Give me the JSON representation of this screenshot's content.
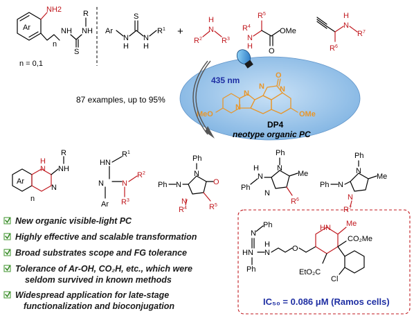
{
  "top": {
    "reagent1": {
      "ring": "Ar",
      "amine": "NH2",
      "n_label": "n",
      "r_label": "R",
      "thio_s": "S",
      "nh1": "NH",
      "nh2": "NH",
      "n_range": "n = 0,1"
    },
    "reagent2": {
      "ar": "Ar",
      "s": "S",
      "n1": "N",
      "n2": "N",
      "h1": "H",
      "h2": "H",
      "r1": "R",
      "r1_sup": "1"
    },
    "plus": "+",
    "amine1": {
      "n": "N",
      "h": "H",
      "r2": "R",
      "r2_sup": "2",
      "r3": "R",
      "r3_sup": "3"
    },
    "amine2": {
      "r4": "R",
      "r4_sup": "4",
      "n": "N",
      "h": "H",
      "r5": "R",
      "r5_sup": "5",
      "ome": "OMe",
      "o": "O"
    },
    "amine3": {
      "n": "N",
      "h": "H",
      "r6": "R",
      "r6_sup": "6",
      "r7": "R",
      "r7_sup": "7"
    }
  },
  "catalyst": {
    "wavelength": "435 nm",
    "name": "DP4",
    "subtitle": "neotype organic PC",
    "o": "O",
    "n_atoms": [
      "N",
      "N",
      "N",
      "N"
    ],
    "meo_left": "MeO",
    "ome_right": "OMe"
  },
  "arrow_label": "87 examples, up to 95%",
  "products": {
    "p1": {
      "ar": "Ar",
      "nh": "N",
      "h": "H",
      "n2": "N",
      "nh2": "NH",
      "r": "R",
      "n_label": "n"
    },
    "p2": {
      "hn": "HN",
      "r1": "R",
      "r1_sup": "1",
      "n1": "N",
      "n2": "N",
      "r2": "R",
      "r2_sup": "2",
      "r3": "R",
      "r3_sup": "3",
      "ar": "Ar"
    },
    "p3": {
      "ph_n": "Ph",
      "n1": "N",
      "n2": "N",
      "ph_top": "Ph",
      "o": "O",
      "n3": "N",
      "r4": "R",
      "r4_sup": "4",
      "r5": "R",
      "r5_sup": "5"
    },
    "p4": {
      "ph_top": "Ph",
      "n1": "N",
      "hn": "N",
      "h": "H",
      "ph_left": "Ph",
      "n2": "N",
      "me": "Me",
      "r6": "R",
      "r6_sup": "6"
    },
    "p5": {
      "ph_top": "Ph",
      "n1": "N",
      "ph_left": "Ph",
      "n2": "N",
      "n3": "N",
      "me": "Me",
      "r7": "R",
      "r7_sup": "7"
    }
  },
  "bullets": [
    "New organic visible-light PC",
    "Highly effective and scalable transformation",
    "Broad substrates scope and FG tolerance",
    "Tolerance of  Ar-OH, CO₂H, etc., which were",
    "seldom survived in known methods",
    "Widespread application for late-stage",
    "functionalization and bioconjugation"
  ],
  "drug": {
    "n_ph": "N",
    "ph_top": "Ph",
    "hn": "HN",
    "nh": "N",
    "h": "H",
    "ph_bottom": "Ph",
    "o": "O",
    "nh_ring": "HN",
    "me": "Me",
    "co2me": "CO₂Me",
    "eto2c": "EtO₂C",
    "cl": "Cl",
    "ic50_text": "IC₅₀ = 0.086 μM (Ramos cells)"
  },
  "colors": {
    "accent_red": "#c0171d",
    "catalyst_orange": "#e8962a",
    "ellipse_fill": "#8fbde6",
    "label_blue": "#1f2fa3",
    "check_green": "#3a8a2a"
  }
}
